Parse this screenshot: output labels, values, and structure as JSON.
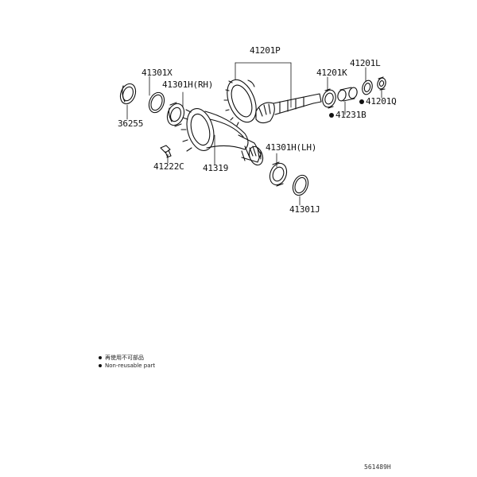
{
  "parts": {
    "p41201P": "41201P",
    "p41301X": "41301X",
    "p41301H_RH": "41301H(RH)",
    "p36255": "36255",
    "p41222C": "41222C",
    "p41319": "41319",
    "p41201K": "41201K",
    "p41201L": "41201L",
    "p41201Q": "41201Q",
    "p41231B": "41231B",
    "p41301H_LH": "41301H(LH)",
    "p41301J": "41301J"
  },
  "legend": {
    "line1": "再使用不可部品",
    "line2": "Non-reusable part"
  },
  "figure_code": "561489H"
}
